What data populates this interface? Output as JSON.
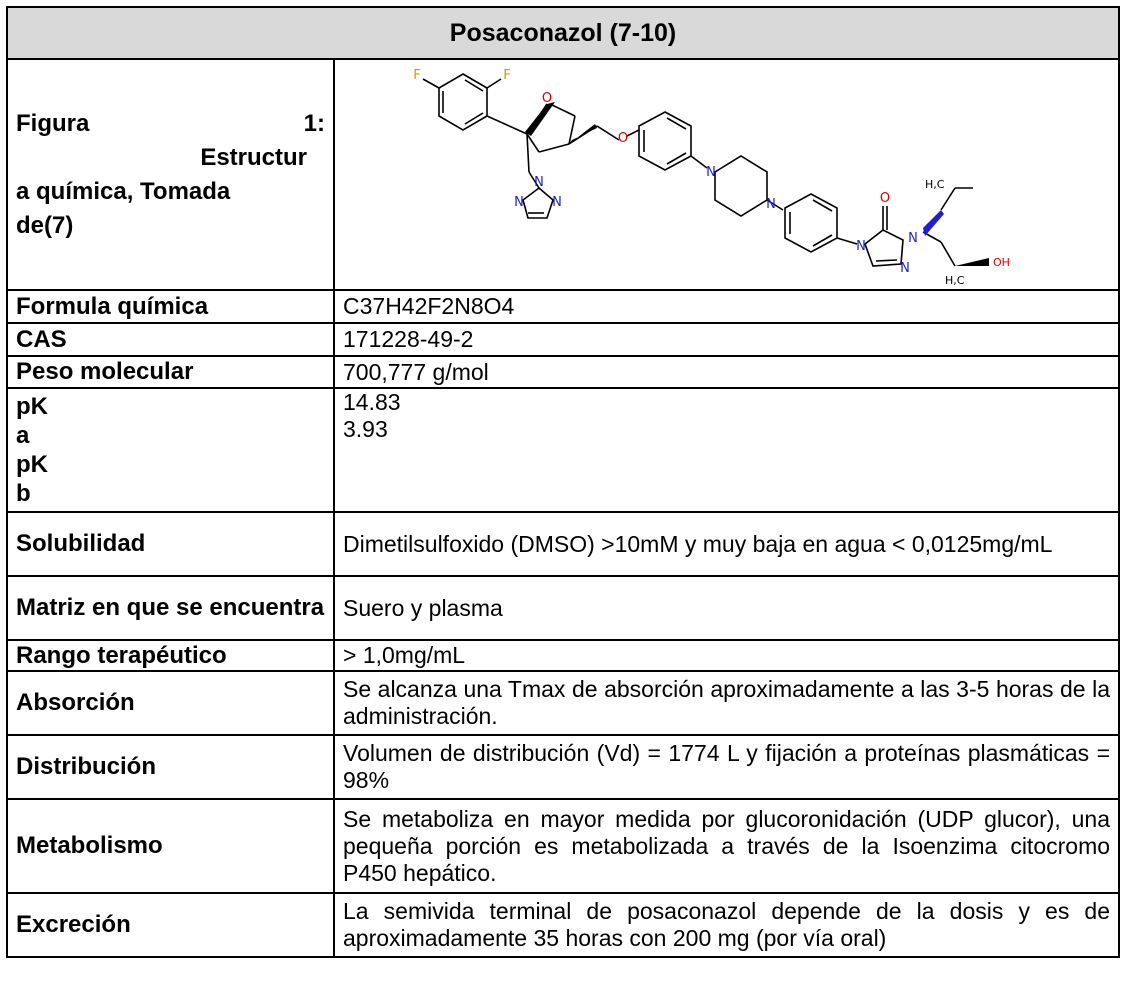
{
  "table": {
    "title": "Posaconazol (7-10)",
    "figure_label": {
      "line1_left": "Figura",
      "line1_right": "1:",
      "line2": "Estructur",
      "line3": "a química, Tomada",
      "line4": "de(7)"
    },
    "molecule_atoms": {
      "f1": "F",
      "f2": "F",
      "o_ring": "O",
      "o_ether": "O",
      "n_tri1": "N",
      "n_tri2": "N",
      "n_tri3": "N",
      "n_pip1": "N",
      "n_pip2": "N",
      "o_keto": "O",
      "n_tz1": "N",
      "n_tz2": "N",
      "n_tz3": "N",
      "h3c_top": "H,C",
      "oh": "OH",
      "h3c_bottom": "H,C"
    },
    "rows": [
      {
        "label": "Formula química",
        "value": "C37H42F2N8O4"
      },
      {
        "label": "CAS",
        "value": "171228-49-2"
      },
      {
        "label": "Peso molecular",
        "value": "700,777 g/mol"
      }
    ],
    "pk": {
      "labels": [
        "pK",
        "a",
        "pK",
        "b"
      ],
      "values": [
        "14.83",
        "3.93"
      ]
    },
    "solubility": {
      "label": "Solubilidad",
      "value": "Dimetilsulfoxido (DMSO) >10mM y muy baja en agua < 0,0125mg/mL"
    },
    "matrix": {
      "label": "Matriz en que se encuentra",
      "value": "Suero y plasma"
    },
    "therapeutic_range": {
      "label": "Rango terapéutico",
      "value": "> 1,0mg/mL"
    },
    "absorption": {
      "label": "Absorción",
      "value": "Se alcanza una Tmax de absorción aproximadamente a las 3-5 horas de la administración."
    },
    "distribution": {
      "label": "Distribución",
      "value": "Volumen de distribución (Vd) = 1774 L y fijación a proteínas plasmáticas = 98%"
    },
    "metabolism": {
      "label": "Metabolismo",
      "value": "Se metaboliza en mayor medida por glucoronidación (UDP glucor), una pequeña porción es metabolizada a través de la Isoenzima citocromo P450 hepático."
    },
    "excretion": {
      "label": "Excreción",
      "value": "La semivida terminal de posaconazol depende de la dosis y es de aproximadamente 35 horas con 200 mg (por vía oral)"
    }
  },
  "colors": {
    "header_bg": "#d9d9d9",
    "border": "#000000",
    "fluorine": "#c8a000",
    "oxygen": "#e00000",
    "nitrogen": "#1f1fd0",
    "bond": "#000000"
  }
}
